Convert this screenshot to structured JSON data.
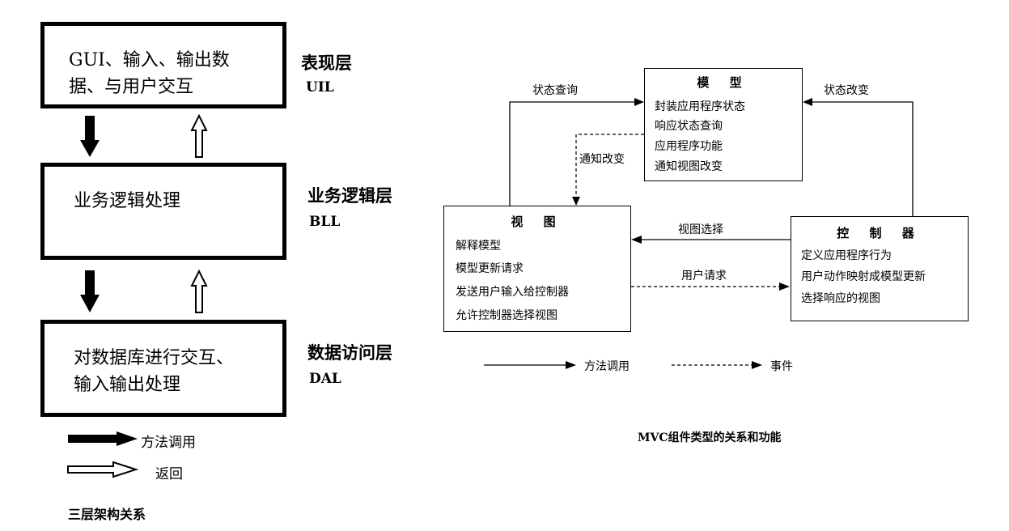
{
  "three_tier": {
    "presentation": {
      "box_lines": [
        "GUI、输入、输出数",
        "据、与用户交互"
      ],
      "name": "表现层",
      "code": "UIL"
    },
    "business": {
      "box_lines": [
        "业务逻辑处理"
      ],
      "name": "业务逻辑层",
      "code": "BLL"
    },
    "data": {
      "box_lines": [
        "对数据库进行交互、",
        "输入输出处理"
      ],
      "name": "数据访问层",
      "code": "DAL"
    },
    "legend": {
      "call": "方法调用",
      "return": "返回"
    },
    "caption": "三层架构关系"
  },
  "mvc": {
    "model": {
      "title": "模 型",
      "lines": [
        "封装应用程序状态",
        "响应状态查询",
        "应用程序功能",
        "通知视图改变"
      ]
    },
    "view": {
      "title": "视 图",
      "lines": [
        "解释模型",
        "模型更新请求",
        "发送用户输入给控制器",
        "允许控制器选择视图"
      ]
    },
    "controller": {
      "title": "控 制 器",
      "lines": [
        "定义应用程序行为",
        "用户动作映射成模型更新",
        "选择响应的视图"
      ]
    },
    "labels": {
      "state_query": "状态查询",
      "state_change": "状态改变",
      "notify_change": "通知改变",
      "view_select": "视图选择",
      "user_request": "用户请求"
    },
    "legend": {
      "method": "方法调用",
      "event": "事件"
    },
    "caption": "MVC组件类型的关系和功能"
  }
}
